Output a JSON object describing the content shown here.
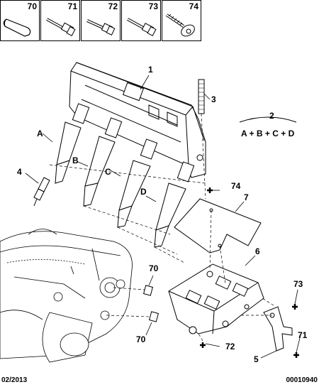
{
  "header_parts": [
    {
      "num": "70",
      "icon": "plug-icon"
    },
    {
      "num": "71",
      "icon": "bolt-icon"
    },
    {
      "num": "72",
      "icon": "bolt-icon"
    },
    {
      "num": "73",
      "icon": "bolt-icon"
    },
    {
      "num": "74",
      "icon": "flange-screw-icon"
    }
  ],
  "callouts": {
    "c1": "1",
    "c2": "2",
    "c3": "3",
    "c4": "4",
    "c5": "5",
    "c6": "6",
    "c7": "7",
    "cA": "A",
    "cB": "B",
    "cC": "C",
    "cD": "D",
    "c70a": "70",
    "c70b": "70",
    "c71": "71",
    "c72": "72",
    "c73": "73",
    "c74": "74"
  },
  "formula": "A + B + C + D",
  "footer": {
    "date": "02/2013",
    "ref": "00010940"
  }
}
